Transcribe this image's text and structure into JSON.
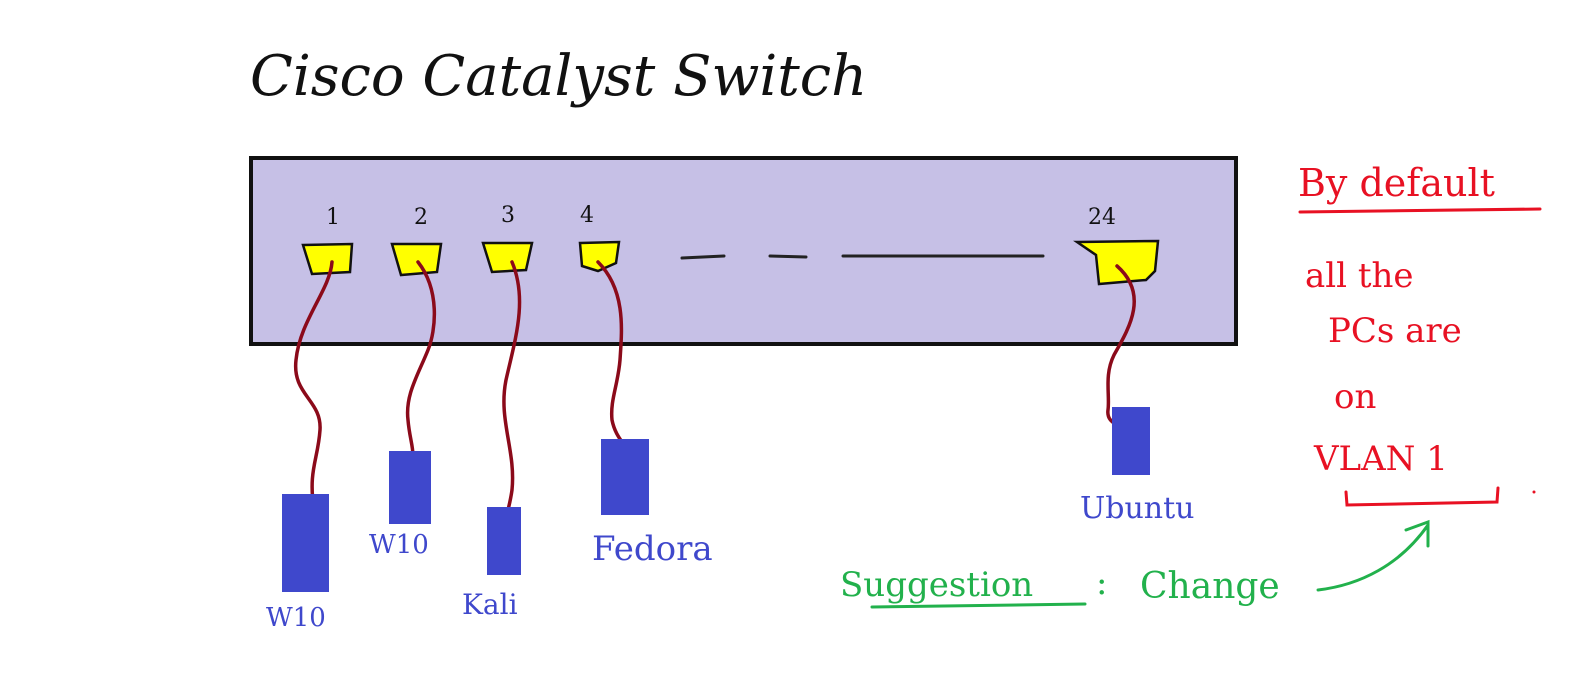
{
  "title": "Cisco Catalyst Switch",
  "colors": {
    "switch_fill": "#c6c0e6",
    "switch_border": "#111111",
    "port_fill": "#ffff00",
    "cable": "#8b0a1a",
    "pc": "#3f48cc",
    "pc_label": "#3f48cc",
    "note_red": "#e81123",
    "suggestion_green": "#22b14c"
  },
  "ports": [
    {
      "number": "1"
    },
    {
      "number": "2"
    },
    {
      "number": "3"
    },
    {
      "number": "4"
    },
    {
      "number": "24"
    }
  ],
  "devices": [
    {
      "label": "W10"
    },
    {
      "label": "W10"
    },
    {
      "label": "Kali"
    },
    {
      "label": "Fedora"
    },
    {
      "label": "Ubuntu"
    }
  ],
  "note": {
    "heading": "By default",
    "lines": [
      "all the",
      "PCs are",
      "on",
      "VLAN 1"
    ]
  },
  "suggestion": {
    "label": "Suggestion",
    "separator": ":",
    "text": "Change"
  }
}
